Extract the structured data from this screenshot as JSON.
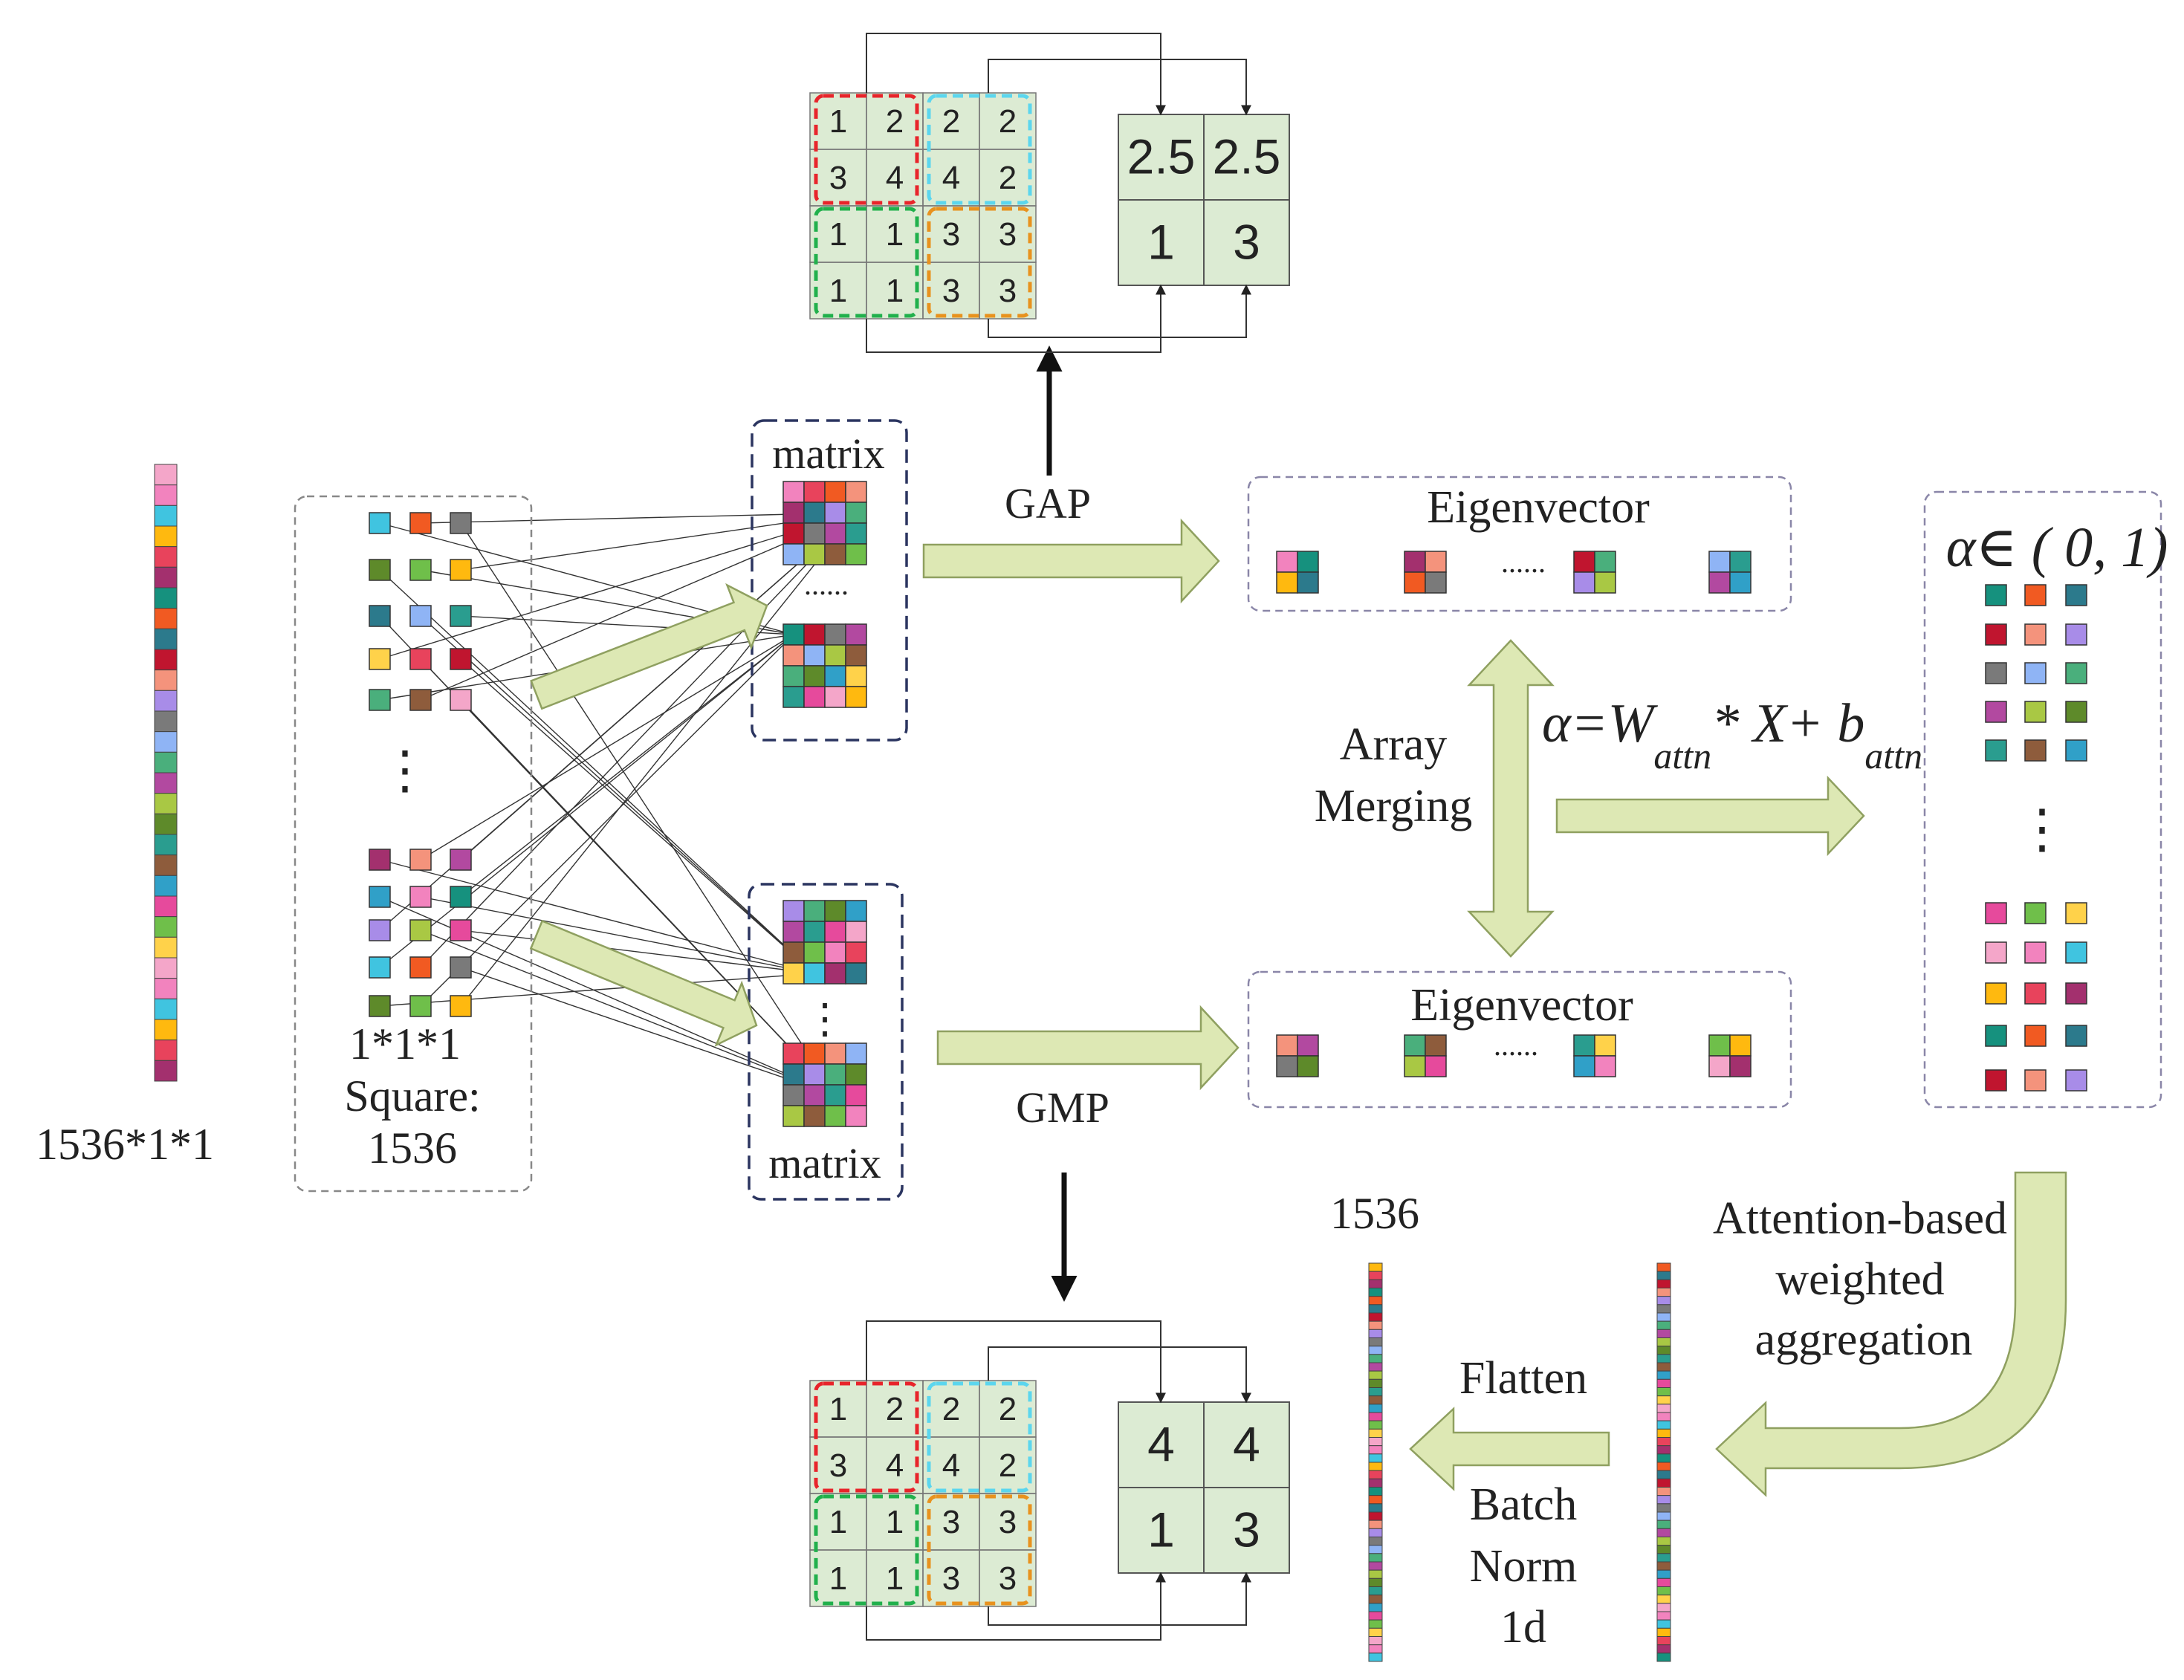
{
  "labels": {
    "input_size": "1536*1*1",
    "square_line1": "1*1*1",
    "square_line2": "Square:",
    "square_line3": "1536",
    "matrix_top": "matrix",
    "matrix_bottom": "matrix",
    "gap": "GAP",
    "gmp": "GMP",
    "eigen_top": "Eigenvector",
    "eigen_bottom": "Eigenvector",
    "eigen_dots": "......",
    "array_merging_1": "Array",
    "array_merging_2": "Merging",
    "alpha_range": "α∈ ( 0, 1)",
    "formula_main": "α=W",
    "formula_sub1": "attn",
    "formula_mid": "* X+ b",
    "formula_sub2": "attn",
    "attention_1": "Attention-based",
    "attention_2": "weighted",
    "attention_3": "aggregation",
    "flatten": "Flatten",
    "bn_1": "Batch",
    "bn_2": "Norm",
    "bn_3": "1d",
    "output_size": "1536",
    "vdots": "⋮",
    "hdots": "......"
  },
  "gap_example": {
    "input": [
      [
        "1",
        "2",
        "2",
        "2"
      ],
      [
        "3",
        "4",
        "4",
        "2"
      ],
      [
        "1",
        "1",
        "3",
        "3"
      ],
      [
        "1",
        "1",
        "3",
        "3"
      ]
    ],
    "output": [
      [
        "2.5",
        "2.5"
      ],
      [
        "1",
        "3"
      ]
    ]
  },
  "gmp_example": {
    "input": [
      [
        "1",
        "2",
        "2",
        "2"
      ],
      [
        "3",
        "4",
        "4",
        "2"
      ],
      [
        "1",
        "1",
        "3",
        "3"
      ],
      [
        "1",
        "1",
        "3",
        "3"
      ]
    ],
    "output": [
      [
        "4",
        "4"
      ],
      [
        "1",
        "3"
      ]
    ]
  },
  "colors": {
    "arrow_fill": "#dde8b4",
    "arrow_stroke": "#8fa060",
    "grid_fill": "#dcebd3",
    "quad_red": "#e8242b",
    "quad_cyan": "#5bd6ee",
    "quad_green": "#21b04c",
    "quad_orange": "#e8921e",
    "palette": [
      "#f4a6c9",
      "#f283be",
      "#40c4e0",
      "#ffb90f",
      "#e8435c",
      "#a3306e",
      "#16917e",
      "#f15a22",
      "#2c7a8c",
      "#c0152f",
      "#f4937c",
      "#a88ce8",
      "#7a7a7a",
      "#8fb4f5",
      "#4aaf7c",
      "#b249a0",
      "#a9c844",
      "#5e8a2a",
      "#2a9d8f",
      "#8e5c3c",
      "#30a0c8",
      "#e64a9c",
      "#6fbf4a",
      "#ffd24a"
    ]
  }
}
